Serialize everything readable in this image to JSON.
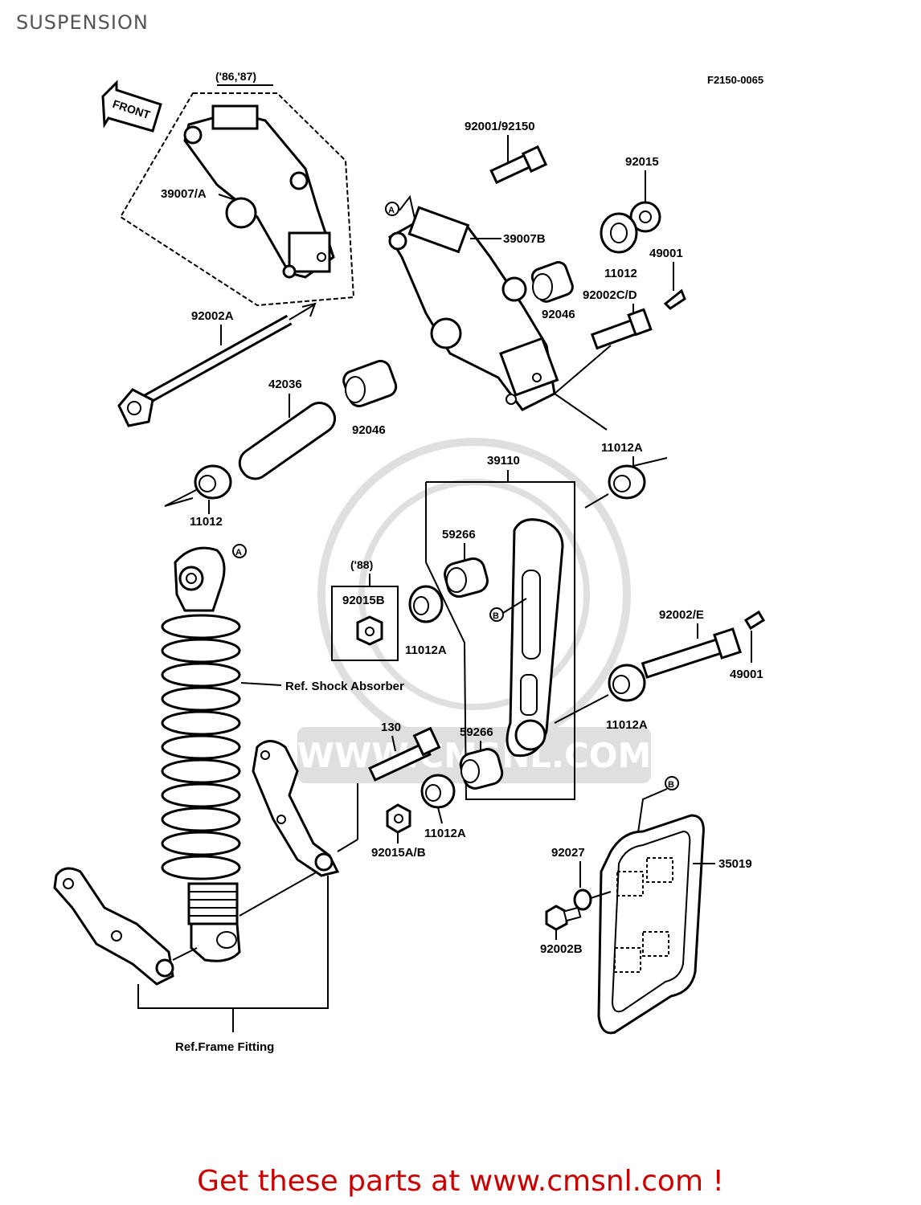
{
  "header": {
    "title": "SUSPENSION"
  },
  "diagram": {
    "figure_code": "F2150-0065",
    "front_label": "FRONT",
    "variant_8687": "('86,'87)",
    "variant_88": "('88)",
    "watermark_text": "WWW.CMSNL.COM",
    "callout_a": "A",
    "callout_b": "B",
    "parts": {
      "p39007A": "39007/A",
      "p92001": "92001/92150",
      "p92015": "92015",
      "p39007B": "39007B",
      "p11012_top": "11012",
      "p49001_top": "49001",
      "p92046_top": "92046",
      "p92002CD": "92002C/D",
      "p92002A": "92002A",
      "p42036": "42036",
      "p92046_mid": "92046",
      "p11012A_top": "11012A",
      "p39110": "39110",
      "p11012_left": "11012",
      "p59266_top": "59266",
      "p92015B": "92015B",
      "p11012A_mid": "11012A",
      "p92002E": "92002/E",
      "p49001_mid": "49001",
      "ref_shock": "Ref. Shock Absorber",
      "p130": "130",
      "p59266_bot": "59266",
      "p11012A_right": "11012A",
      "p11012A_bot": "11012A",
      "p92015AB": "92015A/B",
      "p92027": "92027",
      "p35019": "35019",
      "p92002B": "92002B",
      "ref_frame": "Ref.Frame Fitting"
    }
  },
  "footer": {
    "promo": "Get these parts at www.cmsnl.com !"
  }
}
